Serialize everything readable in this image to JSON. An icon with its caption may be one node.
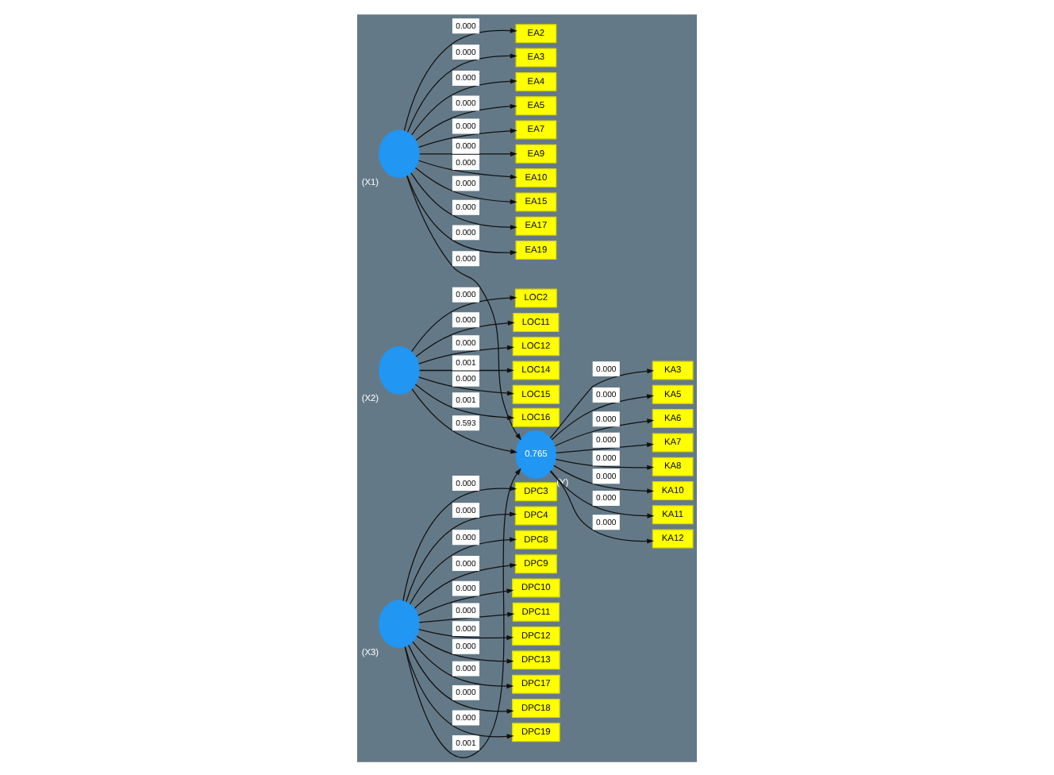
{
  "diagram": {
    "nodes": [
      {
        "text": [],
        "shape": "circle",
        "beside": [
          "(X1)"
        ]
      },
      {
        "text": [
          "EA2"
        ]
      },
      {
        "text": [
          "EA3"
        ]
      },
      {
        "text": [
          "EA4"
        ]
      },
      {
        "text": [
          "EA5"
        ]
      },
      {
        "text": [
          "EA7"
        ]
      },
      {
        "text": [
          "EA9"
        ]
      },
      {
        "text": [
          "EA10"
        ]
      },
      {
        "text": [
          "EA15"
        ]
      },
      {
        "text": [
          "EA17"
        ]
      },
      {
        "text": [
          "EA19"
        ]
      },
      {
        "text": [],
        "shape": "circle",
        "beside": [
          "(X2)"
        ]
      },
      {
        "text": [
          "LOC2"
        ]
      },
      {
        "text": [
          "LOC11"
        ]
      },
      {
        "text": [
          "LOC12"
        ]
      },
      {
        "text": [
          "LOC14"
        ]
      },
      {
        "text": [
          "LOC15"
        ]
      },
      {
        "text": [
          "LOC16"
        ]
      },
      {
        "text": [
          "0.765"
        ],
        "beside": [
          "(Y)"
        ]
      },
      {
        "text": [
          "KA3"
        ]
      },
      {
        "text": [
          "KA5"
        ]
      },
      {
        "text": [
          "KA6"
        ]
      },
      {
        "text": [
          "KA7"
        ]
      },
      {
        "text": [
          "KA8"
        ]
      },
      {
        "text": [
          "KA10"
        ]
      },
      {
        "text": [
          "KA11"
        ]
      },
      {
        "text": [
          "KA12"
        ]
      },
      {
        "text": [],
        "shape": "circle",
        "beside": [
          "(X3)"
        ]
      },
      {
        "text": [
          "DPC3"
        ]
      },
      {
        "text": [
          "DPC4"
        ]
      },
      {
        "text": [
          "DPC8"
        ]
      },
      {
        "text": [
          "DPC9"
        ]
      },
      {
        "text": [
          "DPC10"
        ]
      },
      {
        "text": [
          "DPC11"
        ]
      },
      {
        "text": [
          "DPC12"
        ]
      },
      {
        "text": [
          "DPC13"
        ]
      },
      {
        "text": [
          "DPC17"
        ]
      },
      {
        "text": [
          "DPC18"
        ]
      },
      {
        "text": [
          "DPC19"
        ]
      }
    ],
    "edges": [
      {
        "from": 0,
        "to": 1,
        "arrow": "to",
        "label": "0.000"
      },
      {
        "from": 0,
        "to": 2,
        "arrow": "to",
        "label": "0.000"
      },
      {
        "from": 0,
        "to": 3,
        "arrow": "to",
        "label": "0.000"
      },
      {
        "from": 0,
        "to": 4,
        "arrow": "to",
        "label": "0.000"
      },
      {
        "from": 0,
        "to": 5,
        "arrow": "to",
        "label": "0.000"
      },
      {
        "from": 0,
        "to": 6,
        "arrow": "to",
        "label": "0.000"
      },
      {
        "from": 0,
        "to": 7,
        "arrow": "to",
        "label": "0.000"
      },
      {
        "from": 0,
        "to": 8,
        "arrow": "to",
        "label": "0.000"
      },
      {
        "from": 0,
        "to": 9,
        "arrow": "to",
        "label": "0.000"
      },
      {
        "from": 0,
        "to": 10,
        "arrow": "to",
        "label": "0.000"
      },
      {
        "from": 11,
        "to": 12,
        "arrow": "to",
        "label": "0.000"
      },
      {
        "from": 11,
        "to": 13,
        "arrow": "to",
        "label": "0.000"
      },
      {
        "from": 11,
        "to": 14,
        "arrow": "to",
        "label": "0.000"
      },
      {
        "from": 11,
        "to": 15,
        "arrow": "to",
        "label": "0.001"
      },
      {
        "from": 11,
        "to": 16,
        "arrow": "to",
        "label": "0.000"
      },
      {
        "from": 11,
        "to": 17,
        "arrow": "to",
        "label": "0.001"
      },
      {
        "from": 18,
        "to": 19,
        "arrow": "to",
        "label": "0.000"
      },
      {
        "from": 18,
        "to": 20,
        "arrow": "to",
        "label": "0.000"
      },
      {
        "from": 18,
        "to": 21,
        "arrow": "to",
        "label": "0.000"
      },
      {
        "from": 18,
        "to": 22,
        "arrow": "to",
        "label": "0.000"
      },
      {
        "from": 18,
        "to": 23,
        "arrow": "to",
        "label": "0.000"
      },
      {
        "from": 18,
        "to": 24,
        "arrow": "to",
        "label": "0.000"
      },
      {
        "from": 18,
        "to": 25,
        "arrow": "to",
        "label": "0.000"
      },
      {
        "from": 18,
        "to": 26,
        "arrow": "to",
        "label": "0.000"
      },
      {
        "from": 27,
        "to": 28,
        "arrow": "to",
        "label": "0.000"
      },
      {
        "from": 27,
        "to": 29,
        "arrow": "to",
        "label": "0.000"
      },
      {
        "from": 27,
        "to": 30,
        "arrow": "to",
        "label": "0.000"
      },
      {
        "from": 27,
        "to": 31,
        "arrow": "to",
        "label": "0.000"
      },
      {
        "from": 27,
        "to": 32,
        "arrow": "to",
        "label": "0.000"
      },
      {
        "from": 27,
        "to": 33,
        "arrow": "to",
        "label": "0.000"
      },
      {
        "from": 27,
        "to": 34,
        "arrow": "to",
        "label": "0.000"
      },
      {
        "from": 27,
        "to": 35,
        "arrow": "to",
        "label": "0.000"
      },
      {
        "from": 27,
        "to": 36,
        "arrow": "to",
        "label": "0.000"
      },
      {
        "from": 27,
        "to": 37,
        "arrow": "to",
        "label": "0.000"
      },
      {
        "from": 27,
        "to": 38,
        "arrow": "to",
        "label": "0.000"
      },
      {
        "from": 0,
        "to": 18,
        "arrow": "to",
        "label": "0.000"
      },
      {
        "from": 11,
        "to": 18,
        "arrow": "to",
        "label": "0.593"
      },
      {
        "from": 27,
        "to": 18,
        "arrow": "to",
        "label": "0.001"
      }
    ]
  }
}
